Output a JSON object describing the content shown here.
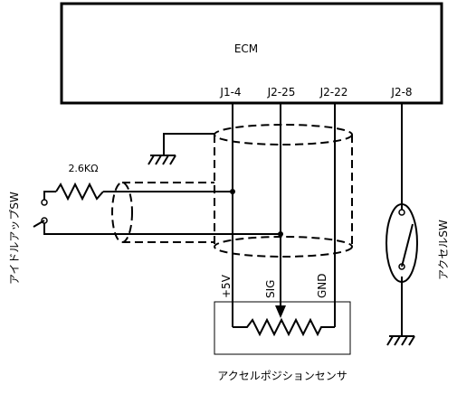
{
  "ecm": {
    "label": "ECM"
  },
  "pins": {
    "j1_4": "J1-4",
    "j2_25": "J2-25",
    "j2_22": "J2-22",
    "j2_8": "J2-8"
  },
  "sensor": {
    "name": "アクセルポジションセンサ",
    "plus5v": "+5V",
    "sig": "SIG",
    "gnd": "GND"
  },
  "idle_switch": {
    "label": "アイドルアップSW",
    "resistor": "2.6KΩ"
  },
  "accel_switch": {
    "label": "アクセルSW"
  }
}
